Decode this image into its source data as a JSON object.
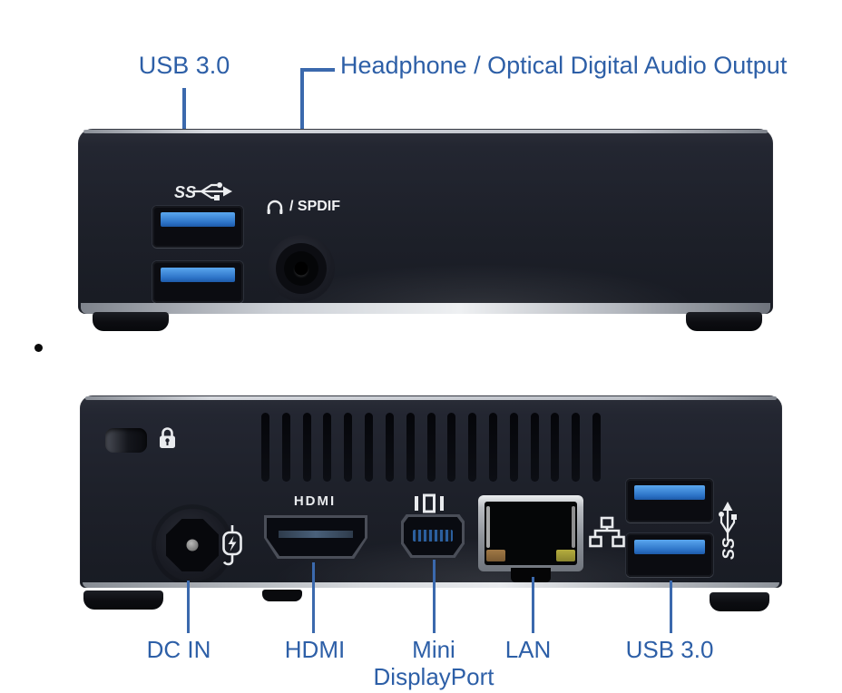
{
  "front_view": {
    "callout_usb": "USB 3.0",
    "callout_audio": "Headphone / Optical Digital Audio Output",
    "marking_usb_ss": "SS",
    "marking_audio": "/ SPDIF"
  },
  "rear_view": {
    "marking_hdmi": "HDMI",
    "marking_usb_ss": "SS",
    "callouts": {
      "dc_in": "DC IN",
      "hdmi": "HDMI",
      "mini_dp_line1": "Mini",
      "mini_dp_line2": "DisplayPort",
      "lan": "LAN",
      "usb": "USB 3.0"
    }
  },
  "icons": {
    "usb_superspeed": "SS-trident-arrow",
    "headphone": "headphone-arc",
    "padlock": "kensington-padlock",
    "power_plug": "dc-plug-with-lightning-bolt",
    "displayport": "bar-square-bar-outline",
    "network": "lan-three-node-tree"
  },
  "colors": {
    "label_blue": "#2d5fa7",
    "leader_line_blue": "#3b69ad",
    "usb_port_blue": "#2f7cd0",
    "chassis_dark": "#1e212b",
    "silver_edge": "#d6d9dd",
    "background": "#ffffff"
  }
}
